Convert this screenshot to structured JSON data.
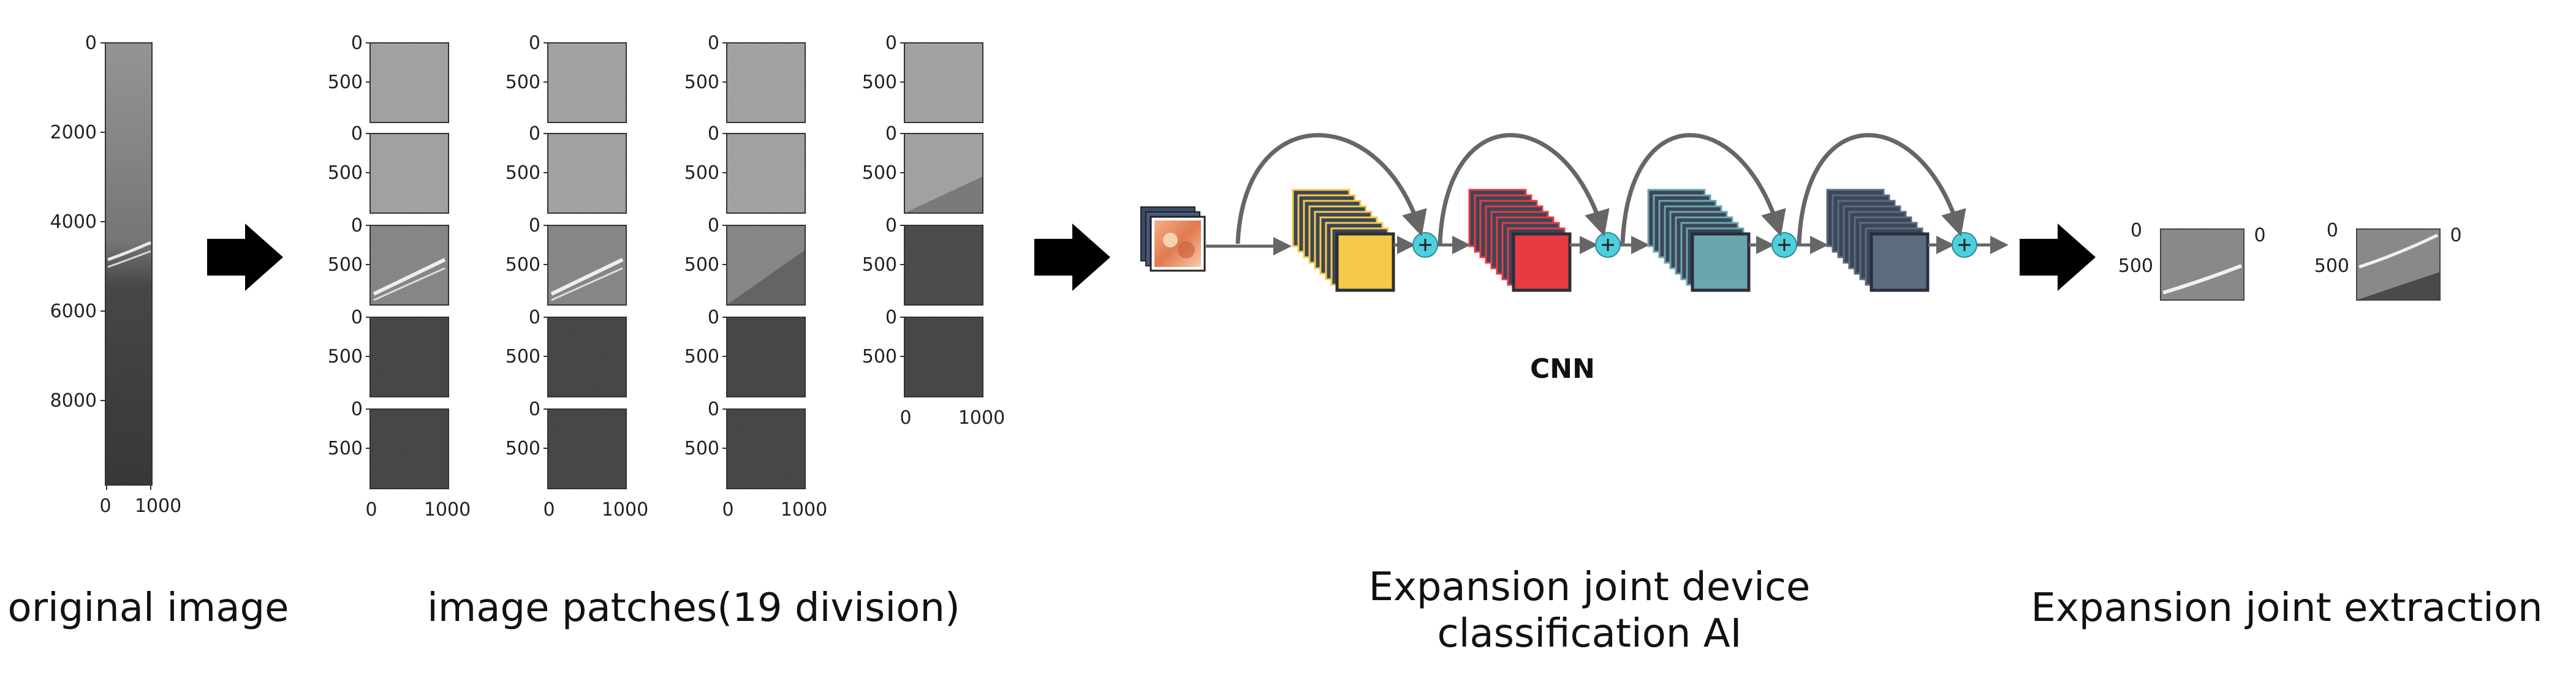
{
  "colors": {
    "arrow": "#000000",
    "skip": "#666666",
    "add_node": "#4dd0dd",
    "block1": "#f7c948",
    "block2": "#e83a43",
    "block3": "#6aa6ae",
    "block4": "#5d6b80"
  },
  "original": {
    "y_ticks": [
      "0",
      "2000",
      "4000",
      "6000",
      "8000"
    ],
    "x_ticks": [
      "0",
      "1000"
    ]
  },
  "patches": {
    "y_tick_0": "0",
    "y_tick_500": "500",
    "x_tick_0": "0",
    "x_tick_1000": "1000"
  },
  "cnn_label": "CNN",
  "captions": {
    "original": "original image",
    "patches": "image patches(19 division)",
    "ai_line1": "Expansion joint device",
    "ai_line2": "classification AI",
    "extraction": "Expansion joint extraction"
  },
  "icons": [
    "right-arrow-icon",
    "plus-icon",
    "curved-arrow-icon"
  ]
}
